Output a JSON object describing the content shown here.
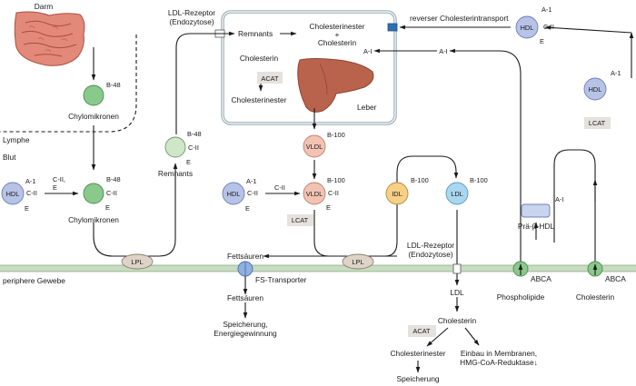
{
  "colors": {
    "hdl": "#b7c3e6",
    "chylo": "#8ac98c",
    "remnant": "#cfe6c8",
    "vldl": "#f2c3b3",
    "idl": "#f7cf86",
    "ldl": "#a9d7ef",
    "abca": "#8ac98c",
    "fs_transporter": "#8fb0e0",
    "tag_bg": "#e5e2dd",
    "ellipse": "#ddd4c7",
    "membrane": "#c7dcc0",
    "liver": "#b9634c"
  },
  "icons": {
    "intestine": "intestine-icon",
    "liver": "liver-icon"
  },
  "labels": {
    "darm": "Darm",
    "lymphe": "Lymphe",
    "blut": "Blut",
    "periphere": "periphere Gewebe",
    "chylo_top": "Chylomikronen",
    "chylo_bottom": "Chylomikronen",
    "remnants_left": "Remnants",
    "remnants_liver": "Remnants",
    "ldl_rez_top": "LDL-Rezeptor",
    "ldl_rez_top2": "(Endozytose)",
    "ldl_rez_mid": "LDL-Rezeptor",
    "ldl_rez_mid2": "(Endozytose)",
    "ce_chol1": "Cholesterinester",
    "ce_chol2": "+",
    "ce_chol3": "Cholesterin",
    "rev_transport": "reverser Cholesterintransport",
    "liver_chol": "Cholesterin",
    "liver_ce": "Cholesterinester",
    "leber": "Leber",
    "ai_liver": "A-I",
    "ai_mid": "A-I",
    "ai_pre": "A-I",
    "fettsaeuren1": "Fettsäuren",
    "fs_transporter": "FS-Transporter",
    "fettsaeuren2": "Fettsäuren",
    "speicherung1": "Speicherung,",
    "speicherung2": "Energiegewinnung",
    "ldl_low": "LDL",
    "cholesterin_low": "Cholesterin",
    "cholesterinester_low": "Cholesterinester",
    "speicherung_low": "Speicherung",
    "einbau1": "Einbau in Membranen,",
    "einbau2": "HMG-CoA-Reduktase↓",
    "prae_hdl": "Prä-β-HDL",
    "phospholipide": "Phospholipide",
    "cholesterin_right": "Cholesterin",
    "abca1": "ABCA",
    "abca2": "ABCA"
  },
  "tags": {
    "acat_liver": "ACAT",
    "lcat_vldl": "LCAT",
    "lcat_right": "LCAT",
    "acat_low": "ACAT"
  },
  "enzymes": {
    "lpl1": "LPL",
    "lpl2": "LPL"
  },
  "particles": {
    "b48_top": "B-48",
    "remnant": {
      "b48": "B-48",
      "c2": "C-II",
      "e": "E"
    },
    "hdl_left": {
      "name": "HDL",
      "a1": "A-1",
      "c2": "C-II",
      "e": "E"
    },
    "c2e_transfer1": "C-II,",
    "c2e_transfer2": "E",
    "chylo_blut": {
      "b48": "B-48",
      "c2": "C-II",
      "e": "E"
    },
    "hdl_mid": {
      "name": "HDL",
      "a1": "A-1",
      "c2": "C-II",
      "e": "E"
    },
    "c2_transfer": "C-II",
    "vldl_liver": {
      "name": "VLDL",
      "b100": "B-100"
    },
    "vldl_blut": {
      "name": "VLDL",
      "b100": "B-100",
      "c2": "C-II",
      "e": "E"
    },
    "idl": {
      "name": "IDL",
      "b100": "B-100"
    },
    "ldl": {
      "name": "LDL",
      "b100": "B-100"
    },
    "hdl_top_right": {
      "name": "HDL",
      "a1": "A-1",
      "c2": "C-II",
      "e": "E"
    },
    "hdl_right": {
      "name": "HDL",
      "a1": "A-1"
    }
  }
}
